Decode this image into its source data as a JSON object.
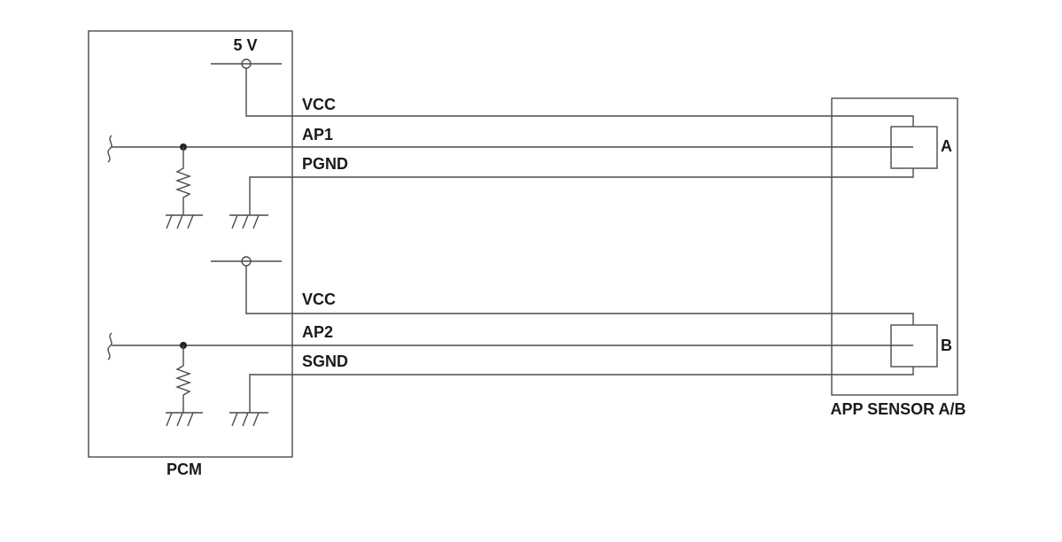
{
  "labels": {
    "supply": "5 V",
    "pcm": "PCM",
    "sensor": "APP SENSOR A/B",
    "sensor_a": "A",
    "sensor_b": "B"
  },
  "circuits": [
    {
      "vcc": "VCC",
      "signal": "AP1",
      "ground": "PGND"
    },
    {
      "vcc": "VCC",
      "signal": "AP2",
      "ground": "SGND"
    }
  ]
}
